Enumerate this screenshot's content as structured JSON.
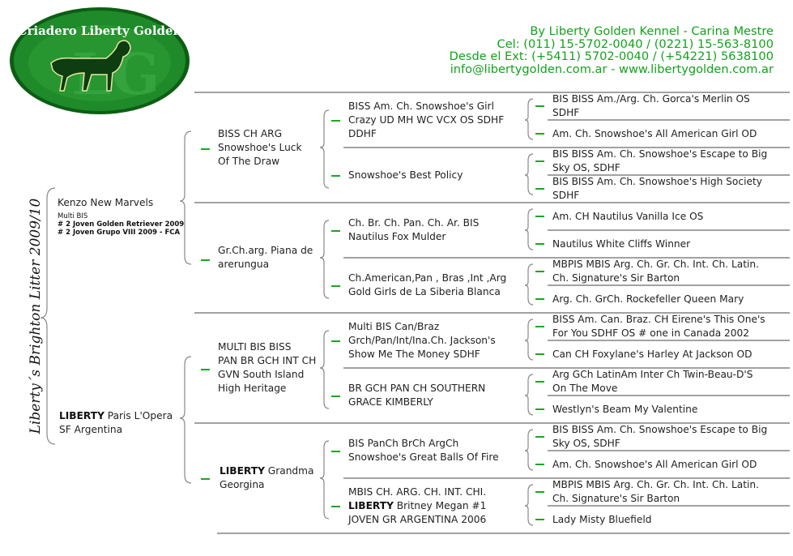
{
  "logo": {
    "text": "Criadero Liberty Golden",
    "colors": {
      "fill": "#1f8a2a",
      "ring": "#0d5e14",
      "text": "#ffffff"
    }
  },
  "header": {
    "line1": "By Liberty Golden Kennel - Carina Mestre",
    "line2": "Cel: (011) 15-5702-0040 / (0221) 15-563-8100",
    "line3": "Desde el Ext: (+5411) 5702-0040 / (+54221) 5638100",
    "line4": "info@libertygolden.com.ar - www.libertygolden.com.ar",
    "color": "#11a31b"
  },
  "litter_title": "Liberty´s Brighton Litter 2009/10",
  "pedigree": {
    "sire": {
      "name": "Kenzo New Marvels",
      "titles": [
        "Multi BIS",
        "# 2 Joven Golden Retriever 2009",
        "# 2 Joven Grupo VIII 2009 - FCA"
      ]
    },
    "dam": {
      "bold": "LIBERTY",
      "rest": " Paris L'Opera",
      "line2": "SF Argentina"
    },
    "gen2": {
      "ss": [
        "BISS CH ARG",
        "Snowshoe's Luck",
        "Of The Draw"
      ],
      "sd": [
        "Gr.Ch.arg. Piana de",
        "arerungua"
      ],
      "ds": [
        "MULTI BIS BISS",
        "PAN BR GCH INT CH",
        "GVN South Island",
        "High Heritage"
      ],
      "dd": {
        "bold": "LIBERTY",
        "rest": " Grandma",
        "line2": "Georgina"
      }
    },
    "gen3": {
      "sss": [
        "BISS Am. Ch. Snowshoe's Girl",
        "Crazy UD MH WC VCX OS SDHF",
        "DDHF"
      ],
      "ssd": [
        "Snowshoe's Best Policy"
      ],
      "sds": [
        "Ch. Br. Ch. Pan. Ch. Ar. BIS",
        "Nautilus Fox Mulder"
      ],
      "sdd": [
        "Ch.American,Pan , Bras ,Int ,Arg",
        "Gold Girls de La Siberia Blanca"
      ],
      "dss": [
        "Multi BIS Can/Braz",
        "Grch/Pan/Int/Ina.Ch. Jackson's",
        "Show Me The Money SDHF"
      ],
      "dsd": [
        "BR GCH PAN CH SOUTHERN",
        "GRACE KIMBERLY"
      ],
      "dds": [
        "BIS PanCh BrCh ArgCh",
        "Snowshoe's Great Balls Of Fire"
      ],
      "ddd": {
        "line1": "MBIS CH. ARG. CH. INT. CHI.",
        "bold": "LIBERTY",
        "rest": " Britney Megan #1",
        "line3": "JOVEN GR ARGENTINA 2006"
      }
    },
    "gen4": [
      [
        "BIS BISS Am./Arg. Ch. Gorca's Merlin OS",
        "SDHF"
      ],
      [
        "Am. Ch. Snowshoe's All American Girl OD"
      ],
      [
        "BIS BISS Am. Ch. Snowshoe's Escape to Big",
        "Sky OS, SDHF"
      ],
      [
        "BIS BISS Am. Ch. Snowshoe's High Society",
        "SDHF"
      ],
      [
        "Am. CH Nautilus Vanilla Ice OS"
      ],
      [
        "Nautilus White Cliffs Winner"
      ],
      [
        "MBPIS MBIS Arg. Ch. Gr. Ch. Int. Ch. Latin.",
        "Ch. Signature's Sir Barton"
      ],
      [
        "Arg. Ch. GrCh. Rockefeller Queen Mary"
      ],
      [
        "BISS Am. Can. Braz. CH Eirene's This One's",
        "For You SDHF OS # one in Canada 2002"
      ],
      [
        "Can CH Foxylane's Harley At Jackson OD"
      ],
      [
        "Arg GCh LatinAm Inter Ch Twin-Beau-D'S",
        "On The Move"
      ],
      [
        "Westlyn's Beam My Valentine"
      ],
      [
        "BIS BISS Am. Ch. Snowshoe's Escape to Big",
        "Sky OS, SDHF"
      ],
      [
        "Am. Ch. Snowshoe's All American Girl OD"
      ],
      [
        "MBPIS MBIS Arg. Ch. Gr. Ch. Int. Ch. Latin.",
        "Ch. Signature's Sir Barton"
      ],
      [
        "Lady Misty Bluefield"
      ]
    ]
  }
}
